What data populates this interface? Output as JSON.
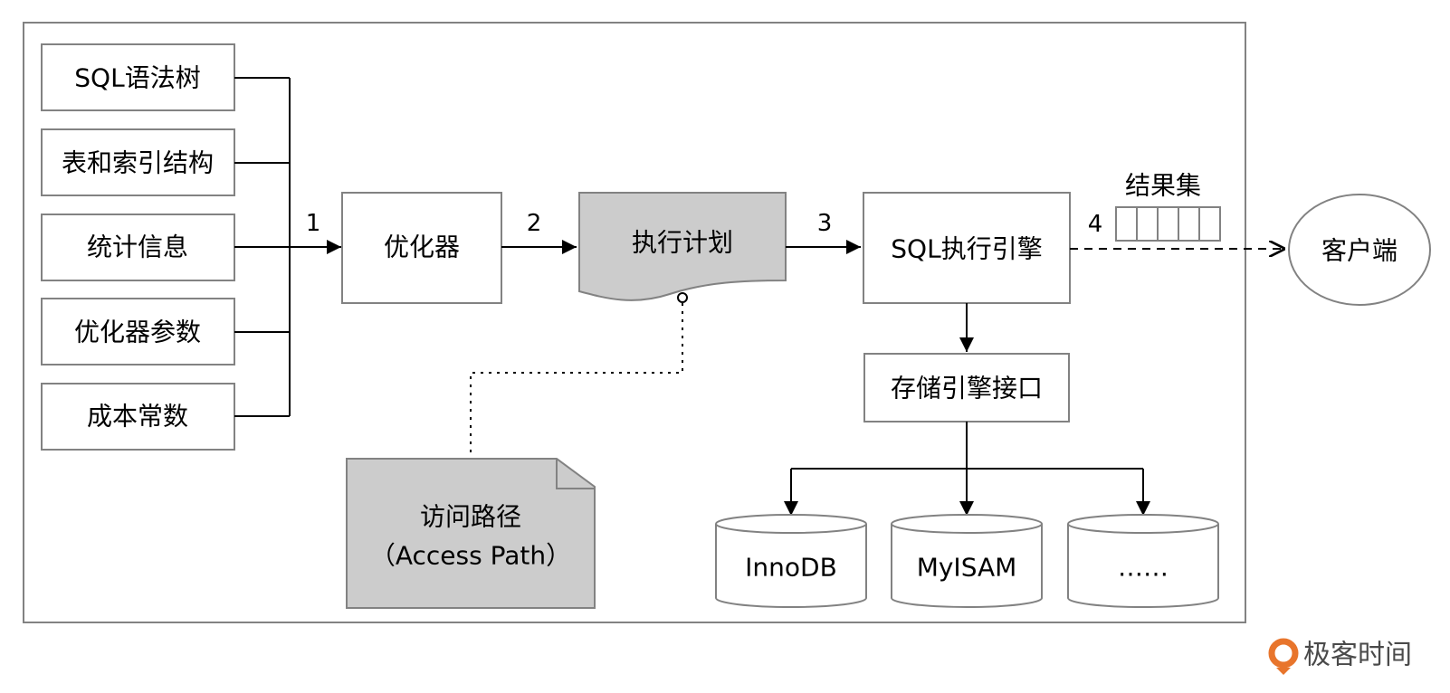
{
  "diagram": {
    "inputs": [
      {
        "id": "sql-tree",
        "label": "SQL语法树"
      },
      {
        "id": "table-index",
        "label": "表和索引结构"
      },
      {
        "id": "statistics",
        "label": "统计信息"
      },
      {
        "id": "optimizer-params",
        "label": "优化器参数"
      },
      {
        "id": "cost-constants",
        "label": "成本常数"
      }
    ],
    "optimizer": "优化器",
    "plan": "执行计划",
    "engine": "SQL执行引擎",
    "storage_interface": "存储引擎接口",
    "result_set": "结果集",
    "client": "客户端",
    "access_path": {
      "line1": "访问路径",
      "line2": "（Access Path）"
    },
    "engines": [
      "InnoDB",
      "MyISAM",
      "……"
    ],
    "steps": [
      "1",
      "2",
      "3",
      "4"
    ],
    "result_cells": 5
  },
  "brand": {
    "name": "极客时间",
    "color": "#e8752c"
  }
}
